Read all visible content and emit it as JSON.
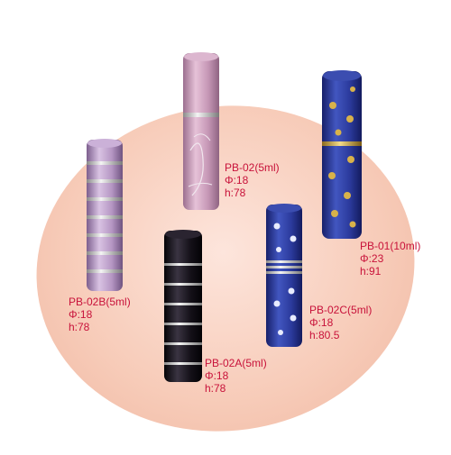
{
  "products": [
    {
      "id": "pb02",
      "name": "PB-02(5ml)",
      "phi": "Φ:18",
      "h": "h:78"
    },
    {
      "id": "pb01",
      "name": "PB-01(10ml)",
      "phi": "Φ:23",
      "h": "h:91"
    },
    {
      "id": "pb02b",
      "name": "PB-02B(5ml)",
      "phi": "Φ:18",
      "h": "h:78"
    },
    {
      "id": "pb02c",
      "name": "PB-02C(5ml)",
      "phi": "Φ:18",
      "h": "h:80.5"
    },
    {
      "id": "pb02a",
      "name": "PB-02A(5ml)",
      "phi": "Φ:18",
      "h": "h:78"
    }
  ],
  "colors": {
    "background": "#ffffff",
    "ellipse": "#f7cbb8",
    "label_text": "#c8123a",
    "pink_bottle": "#c99ab8",
    "lavender_bottle": "#b596c3",
    "blue_bottle": "#2b3a9c",
    "black_bottle": "#141018",
    "gold_pattern": "#d8b24a"
  }
}
